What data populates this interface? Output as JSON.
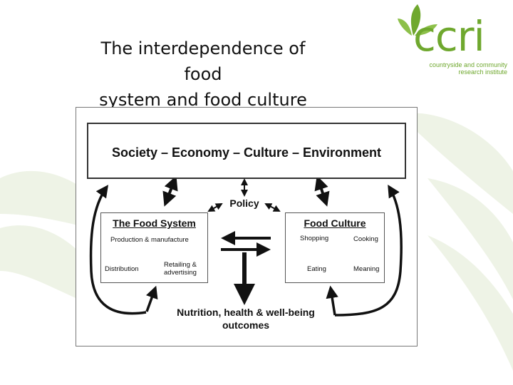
{
  "slide": {
    "title_line1": "The interdependence of food",
    "title_line2": "system and food culture"
  },
  "logo": {
    "wordmark": "ccri",
    "tagline_line1": "countryside and community",
    "tagline_line2": "research institute"
  },
  "colors": {
    "brand_green": "#6fa82e",
    "leaf_light": "#eef3e6",
    "arrow": "#111111"
  },
  "diagram": {
    "top_box": "Society – Economy – Culture – Environment",
    "policy": "Policy",
    "food_system": {
      "title": "The Food System",
      "production": "Production & manufacture",
      "distribution": "Distribution",
      "retailing_line1": "Retailing &",
      "retailing_line2": "advertising"
    },
    "food_culture": {
      "title": "Food Culture",
      "shopping": "Shopping",
      "cooking": "Cooking",
      "eating": "Eating",
      "meaning": "Meaning"
    },
    "outcome_line1": "Nutrition, health & well-being",
    "outcome_line2": "outcomes"
  }
}
